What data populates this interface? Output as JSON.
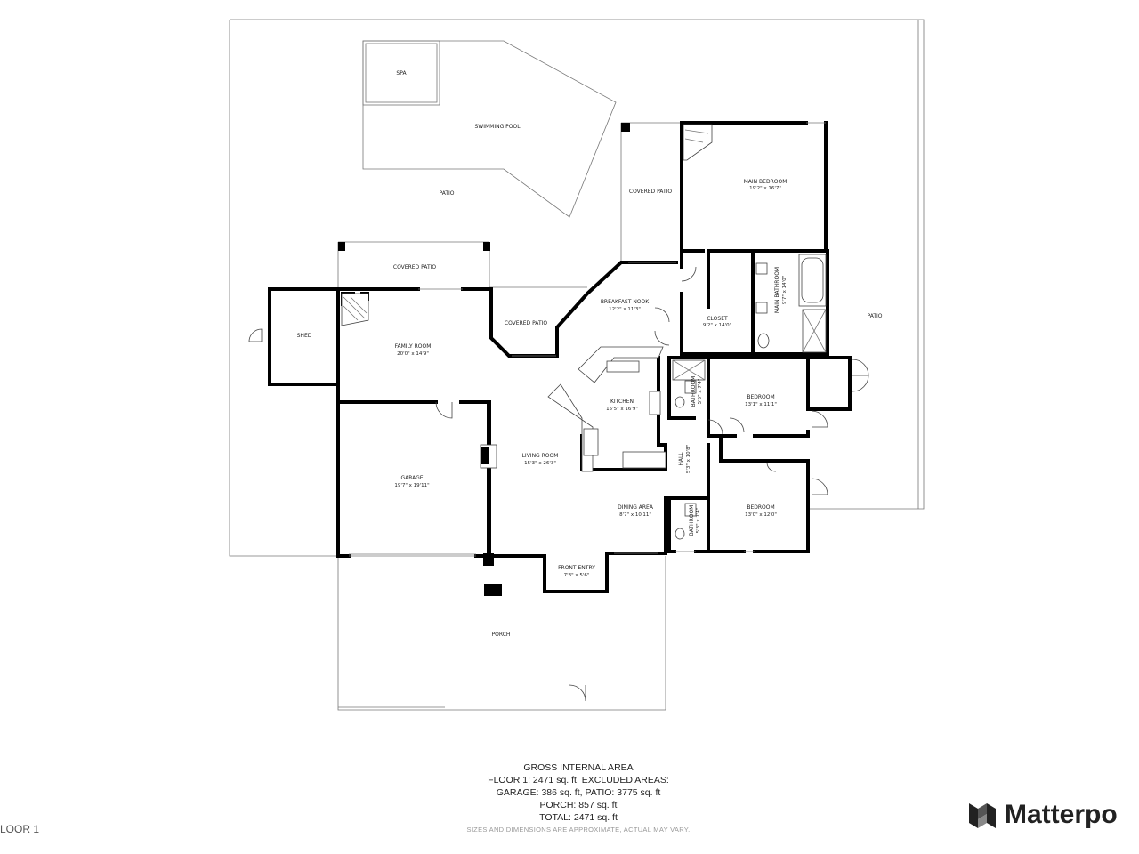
{
  "rooms": {
    "spa": {
      "name": "SPA"
    },
    "pool": {
      "name": "SWIMMING POOL"
    },
    "patio_top": {
      "name": "PATIO"
    },
    "covered_patio_right": {
      "name": "COVERED PATIO"
    },
    "main_bedroom": {
      "name": "MAIN BEDROOM",
      "dim": "19'2\" x 16'7\""
    },
    "covered_patio_top": {
      "name": "COVERED PATIO"
    },
    "covered_patio_mid": {
      "name": "COVERED PATIO"
    },
    "breakfast_nook": {
      "name": "BREAKFAST NOOK",
      "dim": "12'2\" x 11'3\""
    },
    "closet": {
      "name": "CLOSET",
      "dim": "9'2\" x 14'0\""
    },
    "main_bathroom": {
      "name": "MAIN BATHROOM",
      "dim": "9'7\" x 14'0\""
    },
    "patio_right": {
      "name": "PATIO"
    },
    "shed": {
      "name": "SHED"
    },
    "family_room": {
      "name": "FAMILY ROOM",
      "dim": "20'0\" x 14'9\""
    },
    "kitchen": {
      "name": "KITCHEN",
      "dim": "15'5\" x 16'9\""
    },
    "bathroom_a": {
      "name": "BATHROOM",
      "dim": "5'5\" x 7'4\""
    },
    "bedroom_a": {
      "name": "BEDROOM",
      "dim": "13'1\" x 11'1\""
    },
    "garage": {
      "name": "GARAGE",
      "dim": "19'7\" x 19'11\""
    },
    "living_room": {
      "name": "LIVING ROOM",
      "dim": "15'3\" x 26'3\""
    },
    "hall": {
      "name": "HALL",
      "dim": "5'3\" x 10'8\""
    },
    "dining_area": {
      "name": "DINING AREA",
      "dim": "8'7\" x 10'11\""
    },
    "bathroom_b": {
      "name": "BATHROOM",
      "dim": "5'3\" x 7'4\""
    },
    "bedroom_b": {
      "name": "BEDROOM",
      "dim": "13'0\" x 12'0\""
    },
    "front_entry": {
      "name": "FRONT ENTRY",
      "dim": "7'3\" x 5'6\""
    },
    "porch": {
      "name": "PORCH"
    }
  },
  "area": {
    "title": "GROSS INTERNAL AREA",
    "line1": "FLOOR 1: 2471 sq. ft, EXCLUDED AREAS:",
    "line2": "GARAGE: 386 sq. ft, PATIO: 3775 sq. ft",
    "line3": "PORCH: 857 sq. ft",
    "line4": "TOTAL: 2471 sq. ft"
  },
  "disclaimer": "SIZES AND DIMENSIONS ARE APPROXIMATE, ACTUAL MAY VARY.",
  "floor_label": "LOOR 1",
  "brand": {
    "name": "Matterpo",
    "logo_icon": "matterport-logo-icon"
  }
}
